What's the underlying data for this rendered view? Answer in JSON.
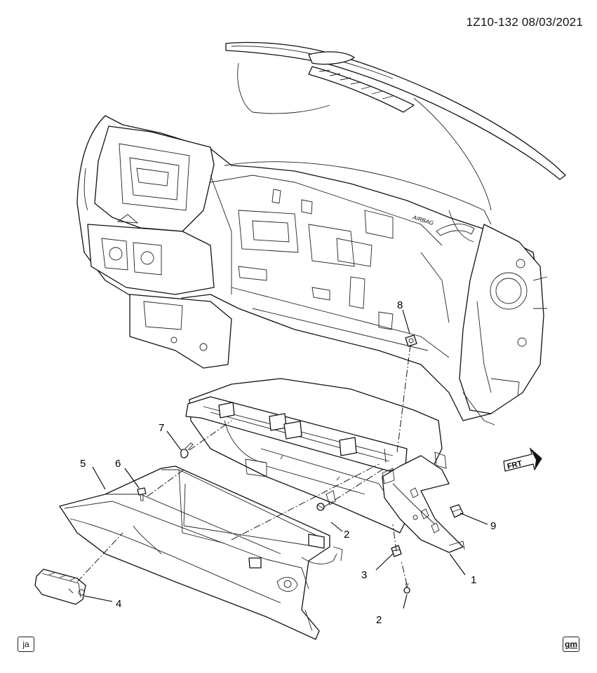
{
  "header": {
    "doc_id": "1Z10-132  08/03/2021"
  },
  "dash_label": "AIRBAG",
  "front_arrow_label": "FRT",
  "callouts": [
    "1",
    "2",
    "2",
    "3",
    "4",
    "5",
    "6",
    "7",
    "8",
    "9"
  ],
  "footer": {
    "left_badge": "ja",
    "right_badge": "gm"
  },
  "icons": {
    "front_arrow": "front-direction-arrow-icon",
    "left_badge": "ja-badge-icon",
    "right_badge": "gm-logo-icon"
  }
}
